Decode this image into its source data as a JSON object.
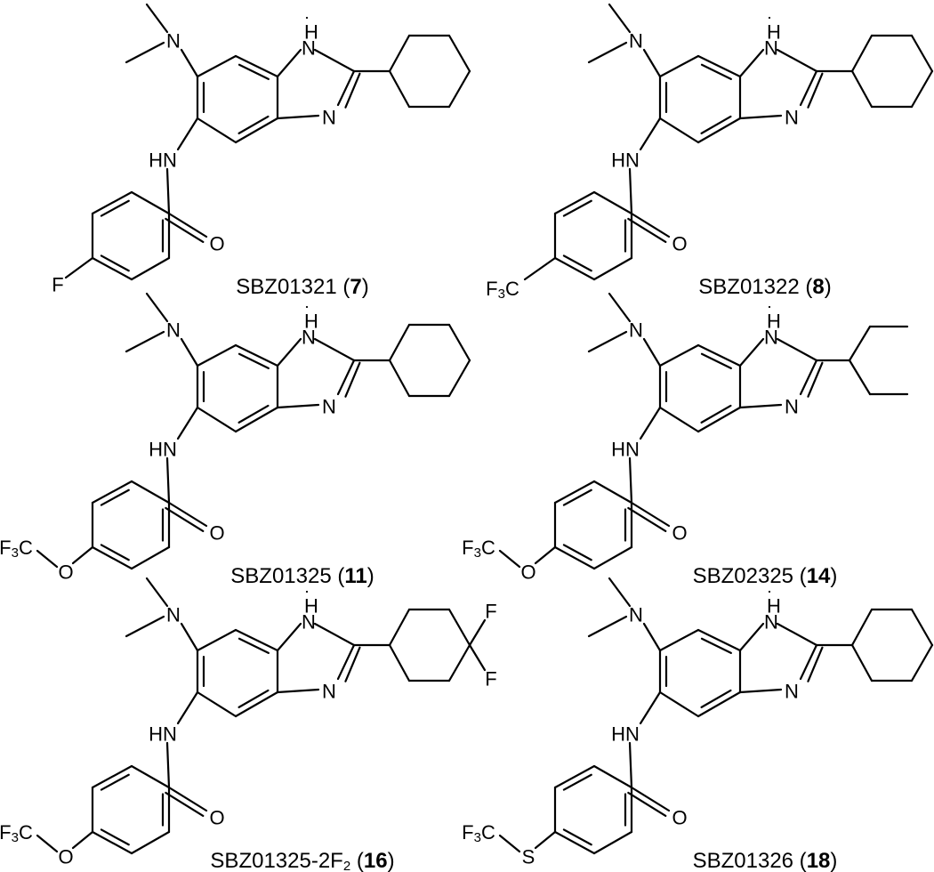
{
  "compounds": [
    {
      "code": "SBZ01321",
      "number": "7",
      "r_group": "cyclohexyl",
      "sub_label": "F",
      "sub_kind": "F"
    },
    {
      "code": "SBZ01322",
      "number": "8",
      "r_group": "cyclohexyl",
      "sub_label": "F3C",
      "sub_kind": "CF3"
    },
    {
      "code": "SBZ01325",
      "number": "11",
      "r_group": "cyclohexyl",
      "sub_label": "F3C",
      "sub_kind": "OCF3",
      "linker": "O"
    },
    {
      "code": "SBZ02325",
      "number": "14",
      "r_group": "pentan-3-yl",
      "sub_label": "F3C",
      "sub_kind": "OCF3",
      "linker": "O"
    },
    {
      "code": "SBZ01325-2F",
      "code_subscript": "2",
      "number": "16",
      "r_group": "4,4-difluorocyclohexyl",
      "sub_label": "F3C",
      "sub_kind": "OCF3",
      "linker": "O",
      "r_atoms": [
        "F",
        "F"
      ]
    },
    {
      "code": "SBZ01326",
      "number": "18",
      "r_group": "cyclohexyl",
      "sub_label": "F3C",
      "sub_kind": "SCF3",
      "linker": "S"
    }
  ],
  "atoms": {
    "nh_ring": "H",
    "n_ring": "N",
    "n_ring_upper": "N",
    "amide_nh": "HN",
    "carbonyl_o": "O",
    "dimethylamino_n": "N"
  }
}
